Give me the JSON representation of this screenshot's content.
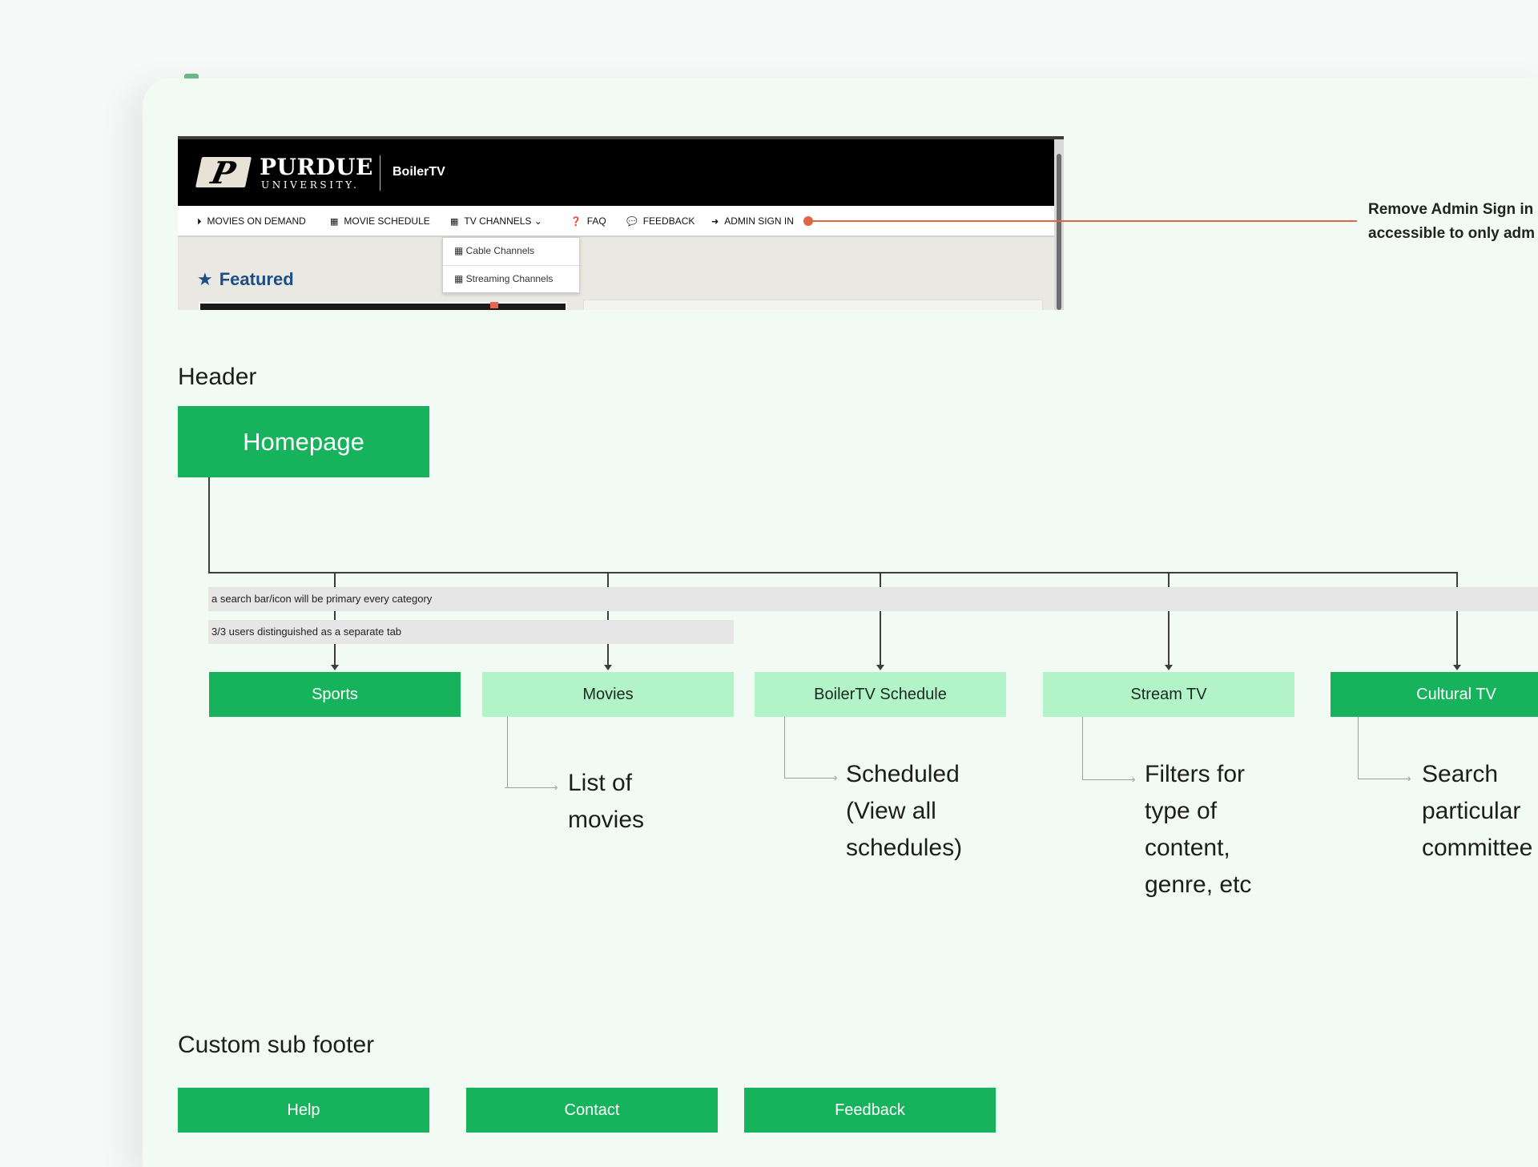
{
  "screenshot": {
    "logo_letter": "P",
    "logo_name": "PURDUE",
    "logo_sub": "UNIVERSITY.",
    "site_name": "BoilerTV",
    "nav": [
      {
        "label": "MOVIES ON DEMAND",
        "icon": "play-circle-icon",
        "glyph": "⏵"
      },
      {
        "label": "MOVIE SCHEDULE",
        "icon": "calendar-icon",
        "glyph": "▦"
      },
      {
        "label": "TV CHANNELS",
        "icon": "grid-icon",
        "glyph": "▦",
        "caret": "⌄"
      },
      {
        "label": "FAQ",
        "icon": "question-circle-icon",
        "glyph": "❓"
      },
      {
        "label": "FEEDBACK",
        "icon": "speech-bubble-icon",
        "glyph": "💬"
      },
      {
        "label": "ADMIN SIGN IN",
        "icon": "sign-in-icon",
        "glyph": "➜"
      }
    ],
    "dropdown": [
      "Cable Channels",
      "Streaming Channels"
    ],
    "featured": "Featured"
  },
  "annotation": {
    "line1": "Remove Admin Sign in",
    "line2": "accessible to only adm",
    "color": "#e36445"
  },
  "sitemap": {
    "header_title": "Header",
    "root": "Homepage",
    "notes": [
      "a search bar/icon will be primary every category",
      "3/3 users distinguished as a separate tab"
    ],
    "categories": [
      {
        "label": "Sports",
        "style": "dark",
        "detail": ""
      },
      {
        "label": "Movies",
        "style": "light",
        "detail": [
          "List of",
          "movies"
        ]
      },
      {
        "label": "BoilerTV Schedule",
        "style": "light",
        "detail": [
          "Scheduled",
          "(View all",
          "schedules)"
        ]
      },
      {
        "label": "Stream TV",
        "style": "light",
        "detail": [
          "Filters for",
          "type of",
          "content,",
          "genre, etc"
        ]
      },
      {
        "label": "Cultural TV",
        "style": "dark",
        "detail": [
          "Search",
          "particular",
          "committee"
        ]
      }
    ]
  },
  "footer": {
    "title": "Custom sub footer",
    "buttons": [
      "Help",
      "Contact",
      "Feedback"
    ]
  },
  "colors": {
    "dark_green": "#16b25c",
    "light_green": "#b2f3c8",
    "board": "#f1fbf4"
  }
}
